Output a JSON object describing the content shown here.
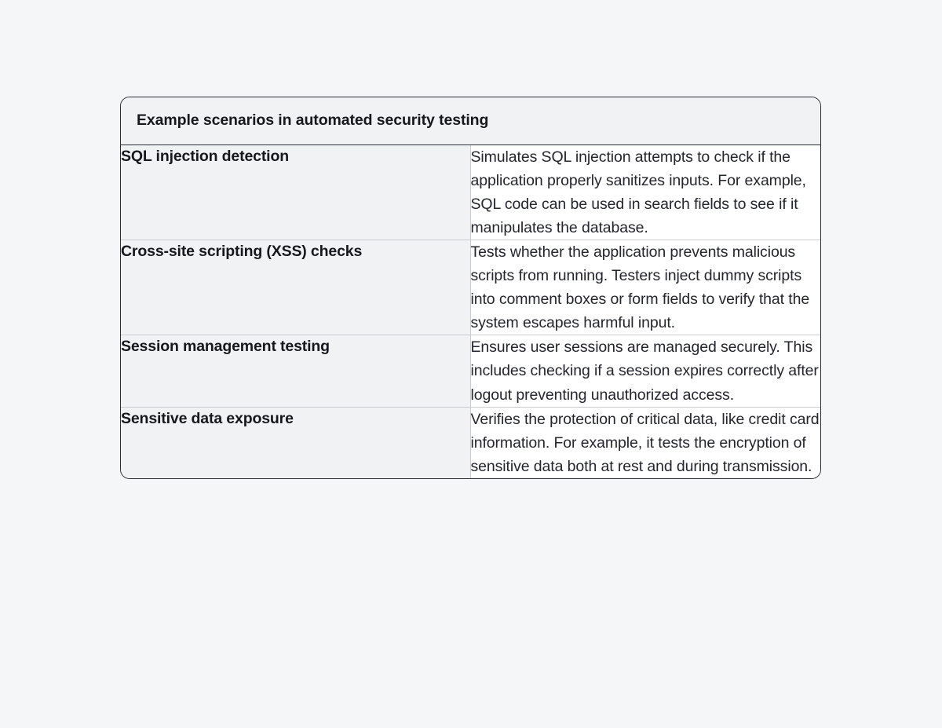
{
  "colors": {
    "page_background": "#f5f6f8",
    "table_border": "#2b2f36",
    "inner_divider": "#c9ccd1",
    "header_background": "#f1f2f4",
    "term_cell_background": "#f1f2f4",
    "description_cell_background": "#ffffff",
    "heading_text": "#16181d",
    "body_text": "#23262c"
  },
  "table": {
    "caption": "Example scenarios in automated security testing",
    "rows": [
      {
        "term": "SQL injection detection",
        "description": "Simulates SQL injection attempts to check if the application properly sanitizes inputs. For example, SQL code can be used in search fields to see if it manipulates the database."
      },
      {
        "term": "Cross-site scripting (XSS) checks",
        "description": "Tests whether the application prevents malicious scripts from running. Testers inject dummy scripts into comment boxes or form fields to verify that the system escapes harmful input."
      },
      {
        "term": "Session management testing",
        "description": "Ensures user sessions are managed securely. This includes checking if a session expires correctly after logout preventing unauthorized access."
      },
      {
        "term": "Sensitive data exposure",
        "description": "Verifies the protection of critical data, like credit card information. For example, it tests the encryption of sensitive data both at rest and during transmission."
      }
    ]
  }
}
